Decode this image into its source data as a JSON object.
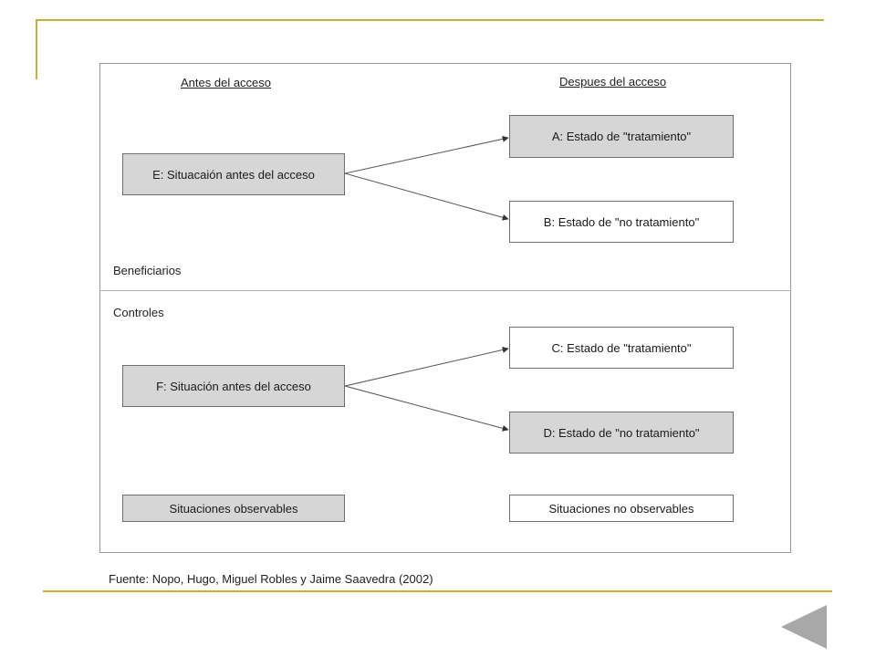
{
  "diagram": {
    "header_before": "Antes del acceso",
    "header_after": "Despues del acceso",
    "section_beneficiaries": "Beneficiarios",
    "section_controls": "Controles",
    "box_e": "E: Situacaión antes del acceso",
    "box_a": "A: Estado de \"tratamiento\"",
    "box_b": "B: Estado de \"no tratamiento\"",
    "box_f": "F: Situación antes del acceso",
    "box_c": "C: Estado de \"tratamiento\"",
    "box_d": "D: Estado de \"no tratamiento\"",
    "legend_observable": "Situaciones observables",
    "legend_unobservable": "Situaciones no observables"
  },
  "footer": {
    "source": "Fuente: Nopo, Hugo, Miguel Robles y Jaime Saavedra (2002)"
  },
  "colors": {
    "accent_line": "#c8b033",
    "observable_fill": "#d6d6d6",
    "unobservable_fill": "#ffffff",
    "nav_triangle": "#a8a8a8"
  },
  "icons": {
    "back": "back-triangle-icon"
  }
}
